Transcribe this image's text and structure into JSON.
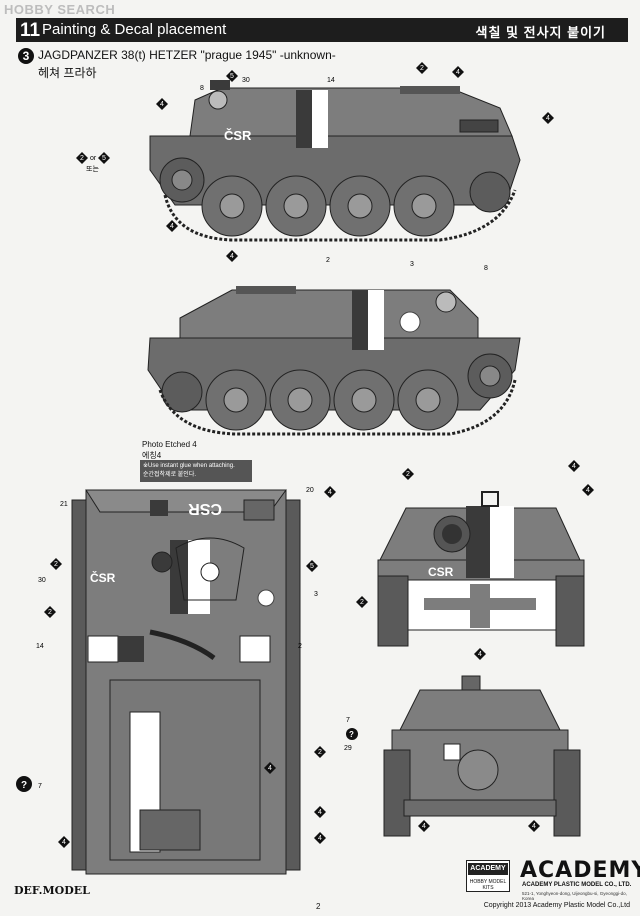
{
  "watermark": "HOBBY SEARCH",
  "header": {
    "section_number": "11",
    "title": "Painting & Decal placement",
    "title_kr": "색칠 및 전사지 붙이기"
  },
  "step": {
    "number": "3",
    "vehicle_name": "JAGDPANZER 38(t) HETZER \"prague 1945\" -unknown-",
    "vehicle_name_kr": "헤쳐 프라하"
  },
  "colors": {
    "hull": "#7d7d7d",
    "dark": "#3a3a3a",
    "white": "#ffffff",
    "header_bg": "#1d1d1d"
  },
  "side_view_1": {
    "callouts": [
      "4",
      "5",
      "2",
      "4",
      "4"
    ],
    "decals": [
      "8",
      "30",
      "14"
    ],
    "hull_text": "ČSR",
    "either_label": "or",
    "either_label_kr": "또는",
    "either_a": "2",
    "either_b": "5",
    "bottom_callouts": [
      "4",
      "4"
    ]
  },
  "side_view_2": {
    "decals": [
      "2",
      "3",
      "8"
    ]
  },
  "photo_etched": {
    "label": "Photo Etched 4",
    "label_kr": "에칭4",
    "note": "※Use instant glue when attaching.",
    "note_kr": "순간접착제로 붙인다."
  },
  "top_view": {
    "hull_text": "CSR",
    "hull_text2": "ČSR",
    "decals": [
      "21",
      "20",
      "30",
      "14",
      "2",
      "3"
    ],
    "callouts": [
      "2",
      "4",
      "5",
      "2",
      "4",
      "4",
      "4",
      "4",
      "2"
    ],
    "question_decal": "7"
  },
  "front_view": {
    "hull_text": "CSR",
    "callouts": [
      "2",
      "4",
      "4",
      "2",
      "4"
    ]
  },
  "rear_view": {
    "decal_top": "7",
    "decal_bottom": "29",
    "callouts": [
      "4",
      "4"
    ]
  },
  "footer": {
    "brand_box_top": "ACADEMY",
    "brand_box_bottom": "HOBBY MODEL KITS",
    "brand": "ACADEMY",
    "brand_sub": "ACADEMY PLASTIC MODEL CO., LTD.",
    "address": "521-1, Yonghyeon-dong, Uijeongbu-si, Gyeonggi-do, Korea",
    "left_logo": "DEF.MODEL",
    "page_number": "2",
    "copyright": "Copyright 2013 Academy Plastic Model Co.,Ltd"
  }
}
